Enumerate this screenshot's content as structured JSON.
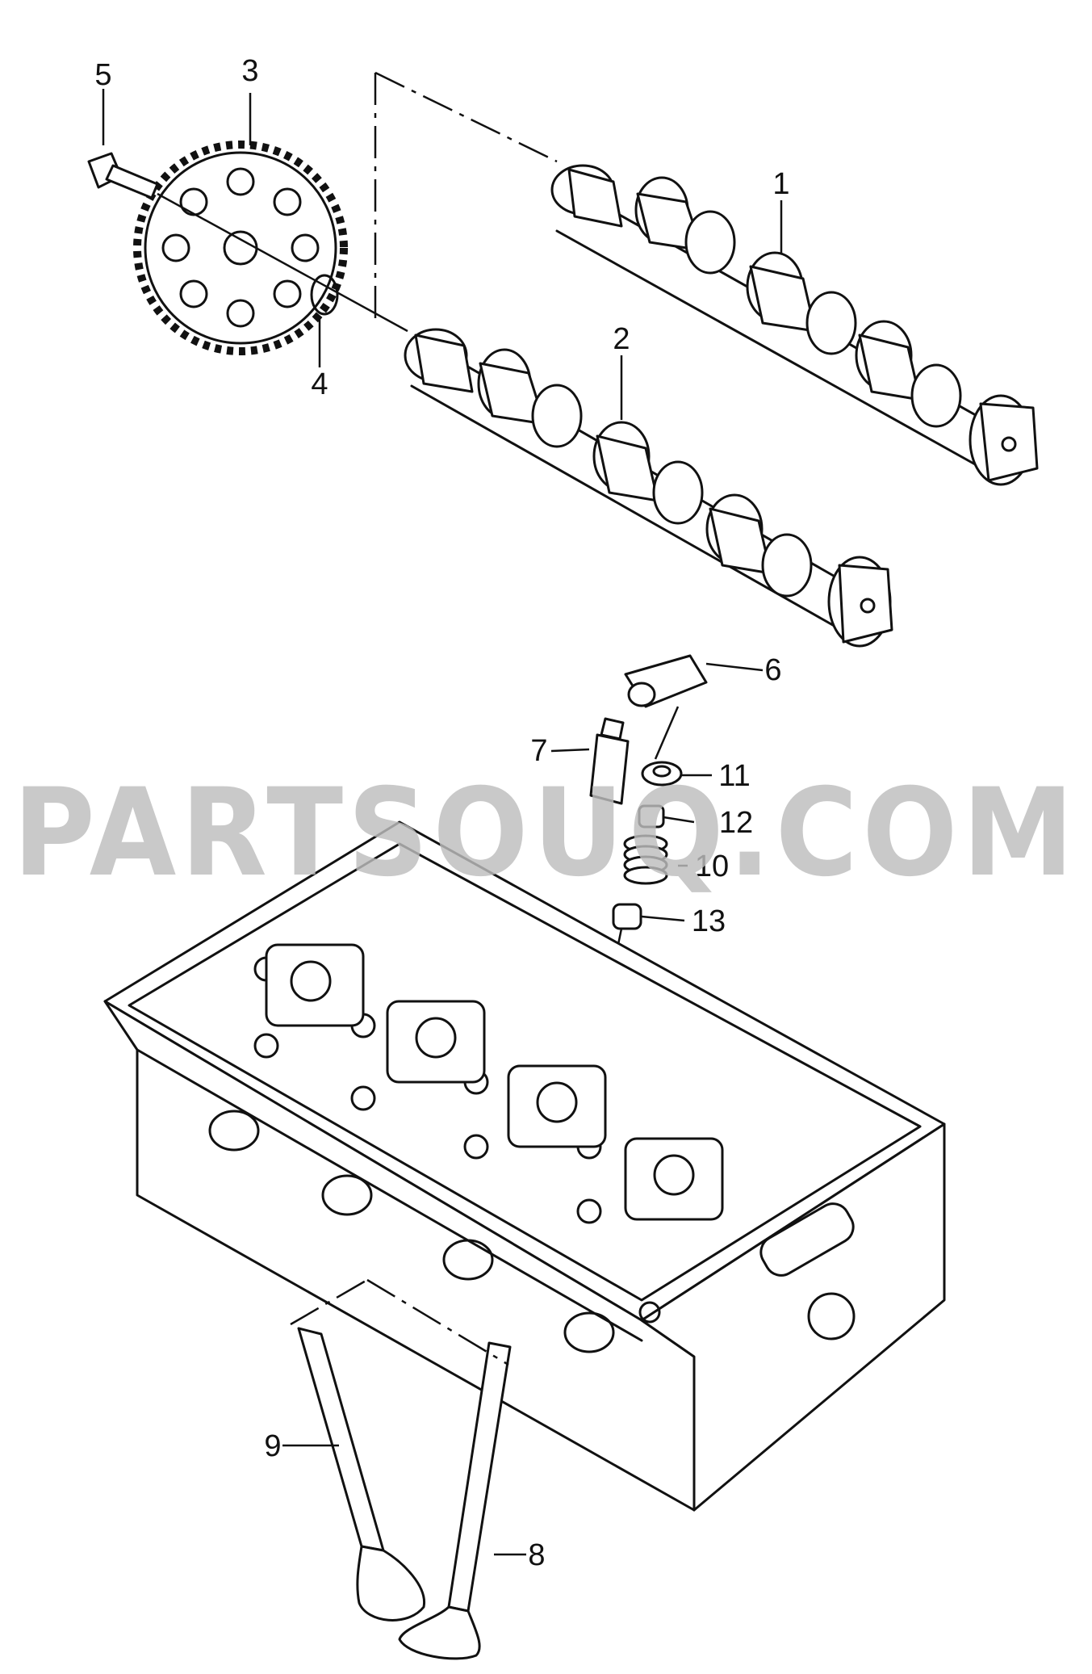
{
  "watermark": "PARTSOUQ.COM",
  "callouts": [
    {
      "id": "c1",
      "number": "1",
      "part": "camshaft-upper"
    },
    {
      "id": "c2",
      "number": "2",
      "part": "camshaft-lower"
    },
    {
      "id": "c3",
      "number": "3",
      "part": "camshaft-sprocket"
    },
    {
      "id": "c4",
      "number": "4",
      "part": "ring"
    },
    {
      "id": "c5",
      "number": "5",
      "part": "sprocket-bolt"
    },
    {
      "id": "c6",
      "number": "6",
      "part": "roller-rocker-arm"
    },
    {
      "id": "c7",
      "number": "7",
      "part": "hydraulic-lifter"
    },
    {
      "id": "c8",
      "number": "8",
      "part": "exhaust-valve"
    },
    {
      "id": "c9",
      "number": "9",
      "part": "intake-valve"
    },
    {
      "id": "c10",
      "number": "10",
      "part": "valve-spring"
    },
    {
      "id": "c11",
      "number": "11",
      "part": "valve-keeper"
    },
    {
      "id": "c12",
      "number": "12",
      "part": "spring-retainer"
    },
    {
      "id": "c13",
      "number": "13",
      "part": "valve-stem-seal"
    }
  ]
}
